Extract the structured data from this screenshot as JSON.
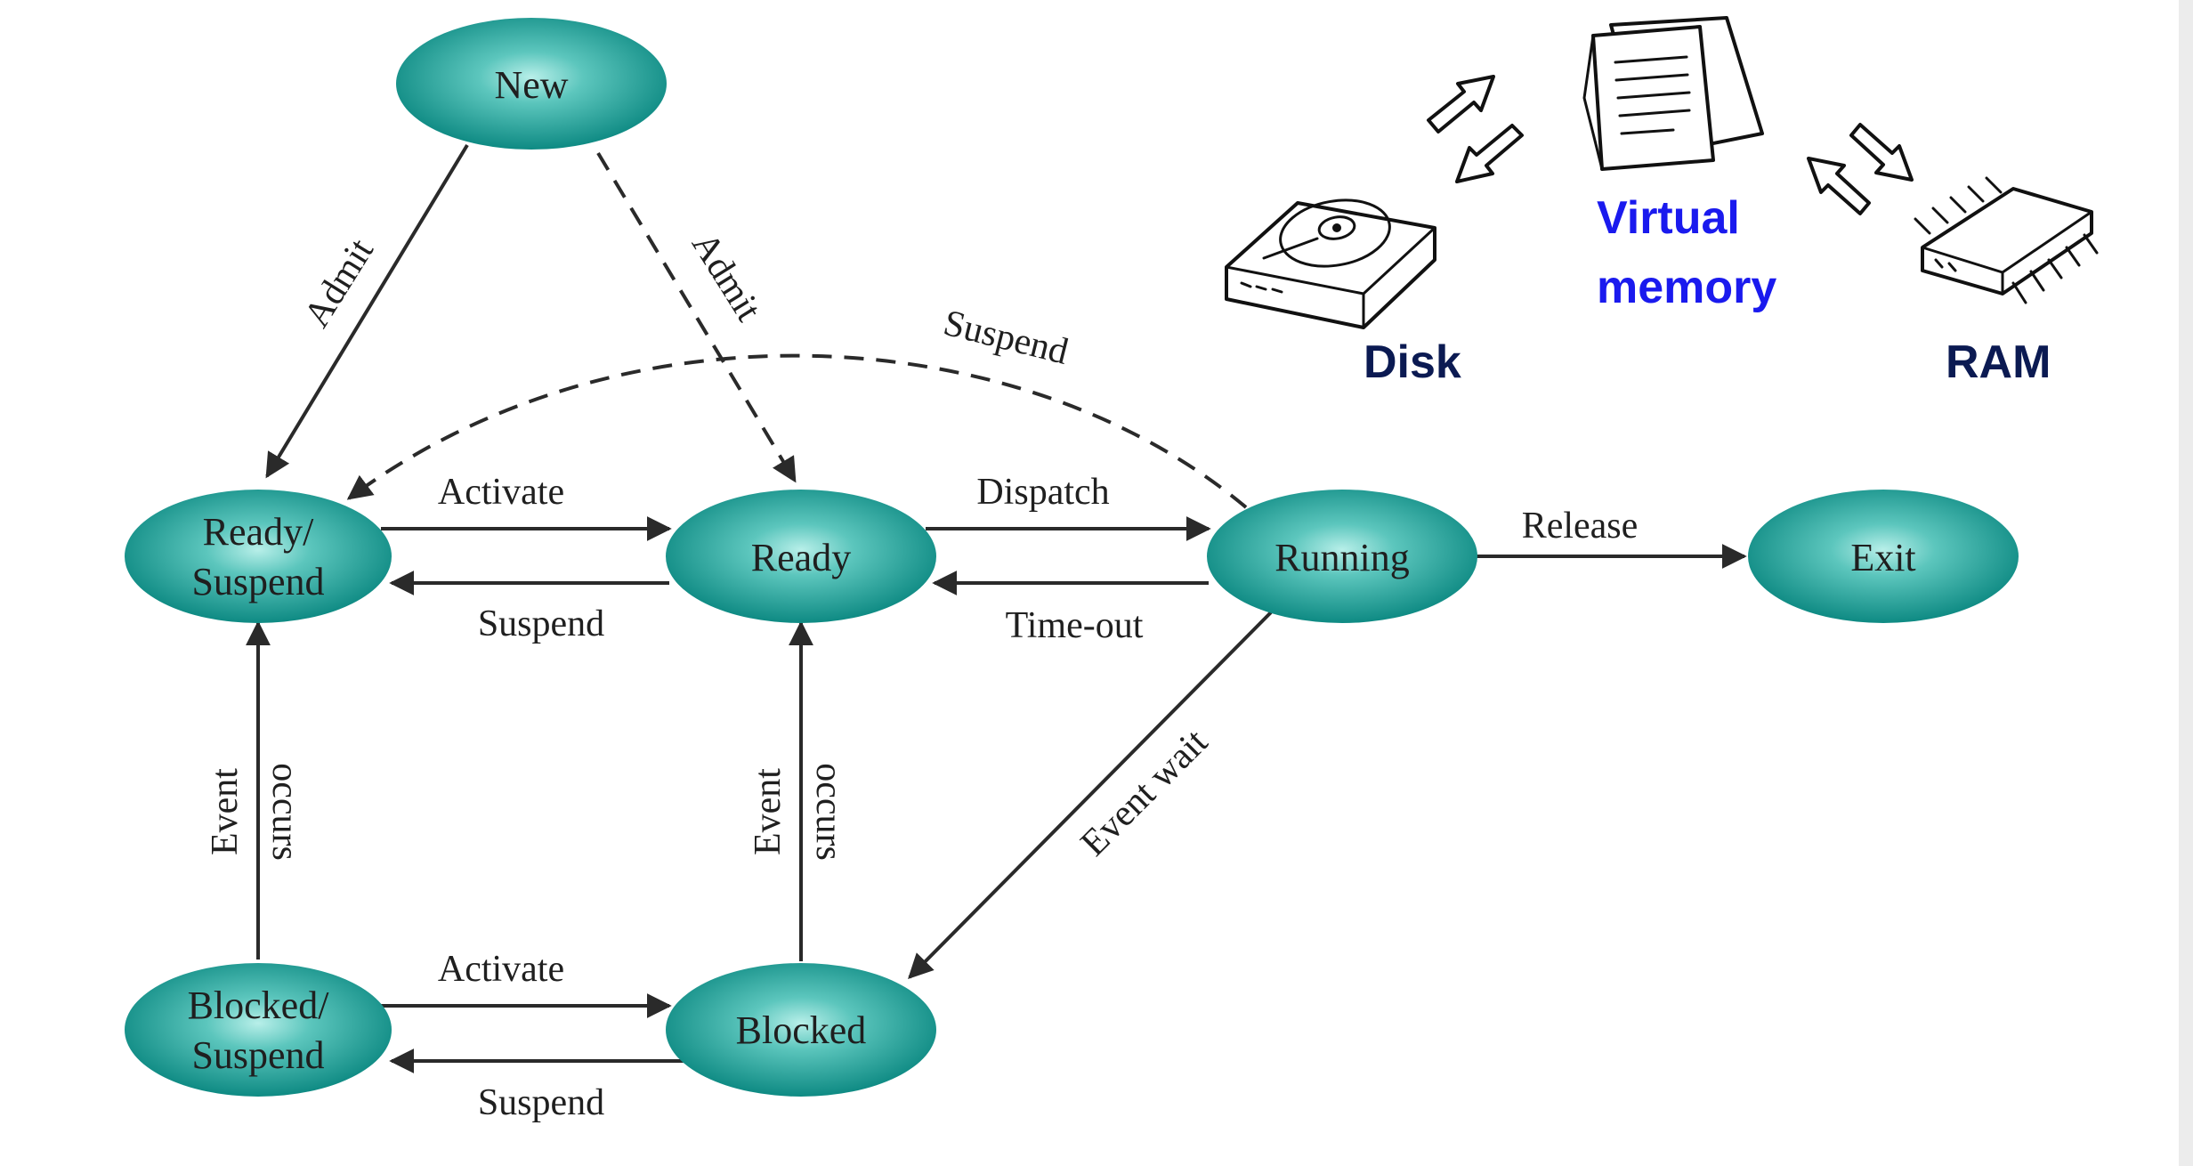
{
  "states": {
    "new": "New",
    "ready_suspend_l1": "Ready/",
    "ready_suspend_l2": "Suspend",
    "ready": "Ready",
    "running": "Running",
    "exit": "Exit",
    "blocked_suspend_l1": "Blocked/",
    "blocked_suspend_l2": "Suspend",
    "blocked": "Blocked"
  },
  "transitions": {
    "admit_left": "Admit",
    "admit_right": "Admit",
    "suspend_running": "Suspend",
    "activate_top": "Activate",
    "suspend_top": "Suspend",
    "dispatch": "Dispatch",
    "timeout": "Time-out",
    "release": "Release",
    "event_left": "Event",
    "occurs_left": "occurs",
    "event_mid": "Event",
    "occurs_mid": "occurs",
    "event_wait": "Event wait",
    "activate_bottom": "Activate",
    "suspend_bottom": "Suspend"
  },
  "memory_graphic": {
    "disk": "Disk",
    "virtual_l1": "Virtual",
    "virtual_l2": "memory",
    "ram": "RAM"
  },
  "colors": {
    "state_fill": "#12968f",
    "state_highlight": "#8fe0d8",
    "label_dark": "#0b1a52",
    "label_blue": "#1a1aee"
  }
}
